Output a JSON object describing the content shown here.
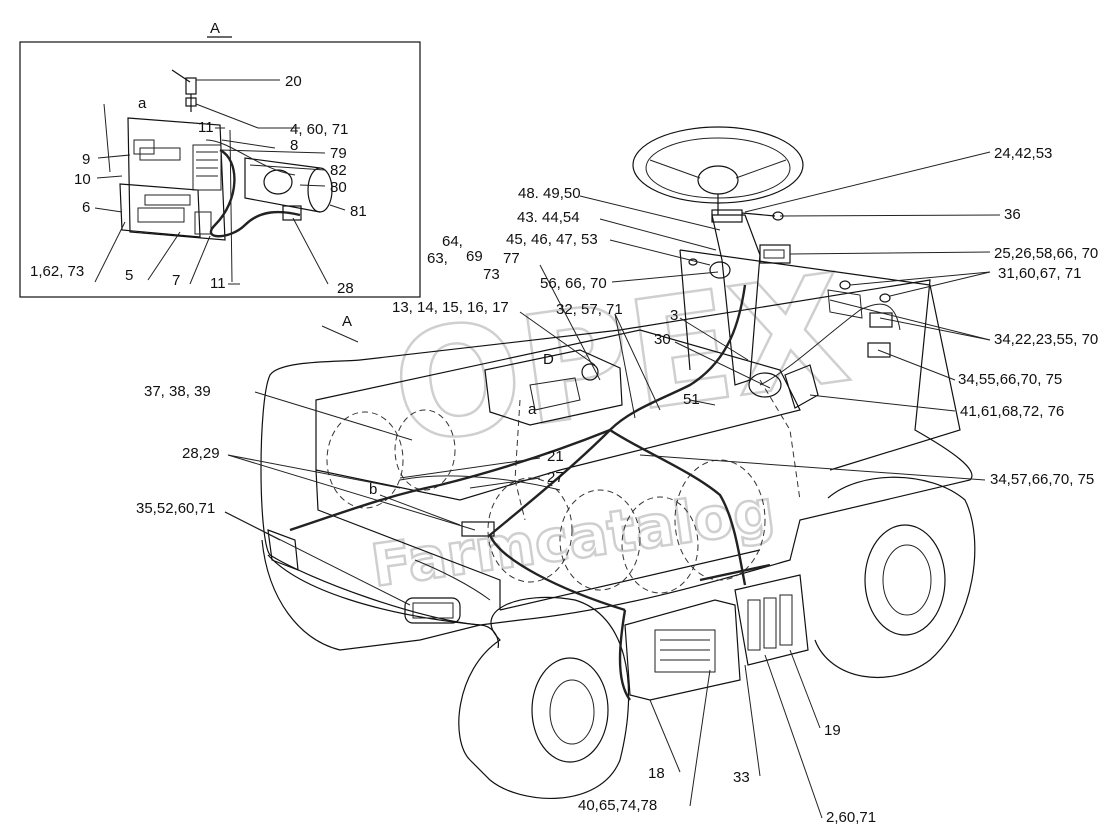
{
  "inset": {
    "title": "A",
    "marker_a": "a",
    "labels": {
      "l20": "20",
      "l4_60_71": "4, 60, 71",
      "l11_top": "11",
      "l8": "8",
      "l79": "79",
      "l82": "82",
      "l80": "80",
      "l81": "81",
      "l9": "9",
      "l10": "10",
      "l6": "6",
      "l1_62_73": "1,62, 73",
      "l5": "5",
      "l7": "7",
      "l11_bottom": "11",
      "l28": "28"
    }
  },
  "main": {
    "view_marker": "A",
    "marker_b": "b",
    "marker_d": "D",
    "marker_a": "a",
    "labels": {
      "l24_42_53": "24,42,53",
      "l48_49_50": "48. 49,50",
      "l43_44_54": "43. 44,54",
      "l36": "36",
      "l45_46_47_53": "45, 46, 47, 53",
      "l25_26_58_66_70": "25,26,58,66, 70",
      "l64": "64,",
      "l63": "63,",
      "l69": "69",
      "l77": "77",
      "l73": "73",
      "l56_66_70": "56, 66, 70",
      "l31_60_67_71": "31,60,67, 71",
      "l13_17": "13, 14, 15, 16, 17",
      "l32_57_71": "32, 57, 71",
      "l3": "3",
      "l34_22_23_55_70": "34,22,23,55, 70",
      "l30": "30",
      "l34_55_66_70_75": "34,55,66,70, 75",
      "l37_38_39": "37, 38, 39",
      "l51": "51",
      "l41_61_68_72_76": "41,61,68,72, 76",
      "l28_29": "28,29",
      "l21": "21",
      "l27": "27",
      "l34_57_66_70_75": "34,57,66,70, 75",
      "l35_52_60_71": "35,52,60,71",
      "l19": "19",
      "l18": "18",
      "l33": "33",
      "l40_65_74_78": "40,65,74,78",
      "l2_60_71": "2,60,71"
    }
  },
  "watermark": {
    "brand": "OPEX",
    "sub": "Farmcatalog"
  }
}
